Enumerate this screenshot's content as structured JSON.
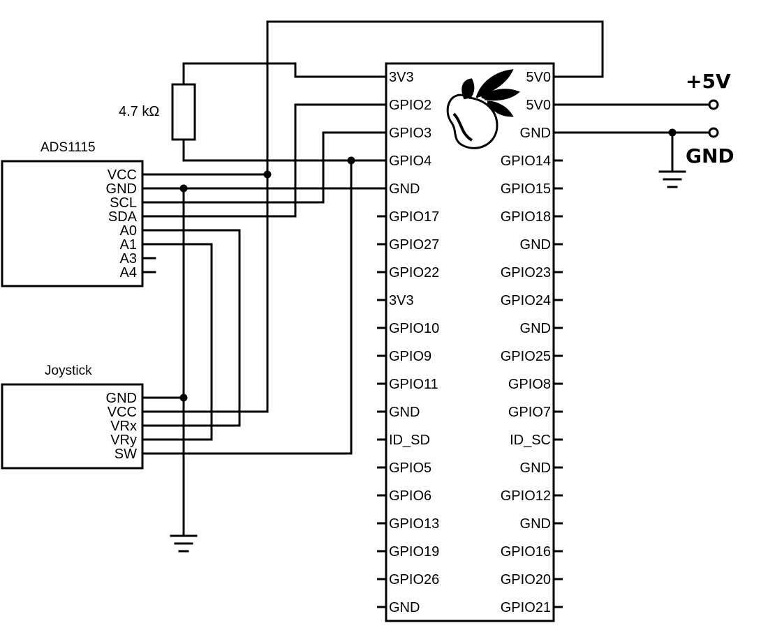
{
  "ads1115": {
    "title": "ADS1115",
    "pins": [
      "VCC",
      "GND",
      "SCL",
      "SDA",
      "A0",
      "A1",
      "A3",
      "A4"
    ]
  },
  "joystick": {
    "title": "Joystick",
    "pins": [
      "GND",
      "VCC",
      "VRx",
      "VRy",
      "SW"
    ]
  },
  "resistor": {
    "label": "4.7 kΩ"
  },
  "pi": {
    "left_pins": [
      "3V3",
      "GPIO2",
      "GPIO3",
      "GPIO4",
      "GND",
      "GPIO17",
      "GPIO27",
      "GPIO22",
      "3V3",
      "GPIO10",
      "GPIO9",
      "GPIO11",
      "GND",
      "ID_SD",
      "GPIO5",
      "GPIO6",
      "GPIO13",
      "GPIO19",
      "GPIO26",
      "GND"
    ],
    "right_pins": [
      "5V0",
      "5V0",
      "GND",
      "GPIO14",
      "GPIO15",
      "GPIO18",
      "GND",
      "GPIO23",
      "GPIO24",
      "GND",
      "GPIO25",
      "GPIO8",
      "GPIO7",
      "ID_SC",
      "GND",
      "GPIO12",
      "GND",
      "GPIO16",
      "GPIO20",
      "GPIO21"
    ],
    "logo_icon": "raspberry-logo-icon"
  },
  "power": {
    "plus5v_label": "+5V",
    "gnd_label": "GND"
  },
  "icons": {
    "ground": "ground-symbol-icon",
    "junction": "junction-dot-icon",
    "terminal": "terminal-circle-icon"
  }
}
